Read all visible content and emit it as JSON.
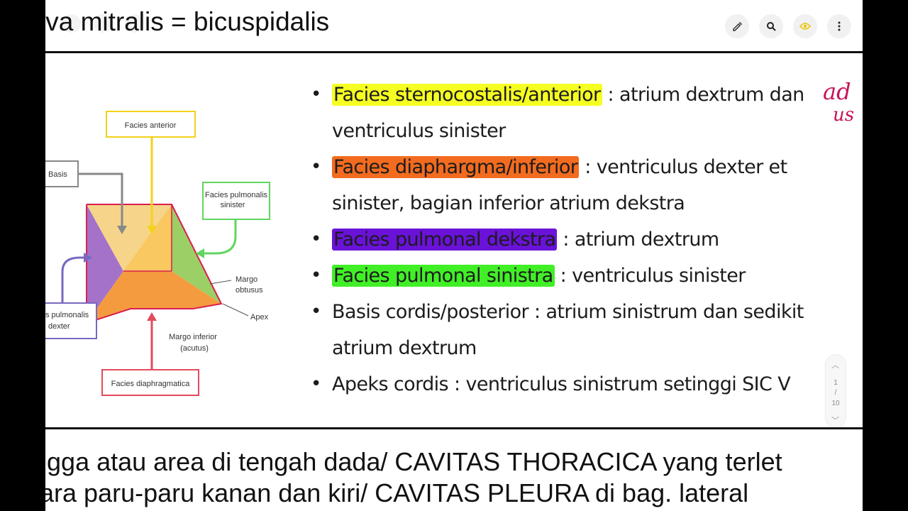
{
  "header": {
    "title": "lva mitralis = bicuspidalis"
  },
  "toolbar": {
    "buttons": [
      {
        "icon": "pen-edit-icon"
      },
      {
        "icon": "search-icon"
      },
      {
        "icon": "eye-icon",
        "color": "#e9c400"
      },
      {
        "icon": "more-vertical-icon"
      }
    ]
  },
  "slide": {
    "bullets": [
      {
        "highlight": "Facies sternocostalis/anterior",
        "highlight_color": "#f6ff22",
        "rest": " : atrium dextrum dan ventriculus sinister"
      },
      {
        "highlight": "Facies diaphargma/inferior",
        "highlight_color": "#f26b1f",
        "rest": " : ventriculus dexter et sinister, bagian inferior atrium dekstra"
      },
      {
        "highlight": "Facies pulmonal dekstra",
        "highlight_color": "#6a12d8",
        "rest": " : atrium dextrum"
      },
      {
        "highlight": "Facies pulmonal sinistra",
        "highlight_color": "#41ef27",
        "rest": " : ventriculus sinister"
      },
      {
        "highlight": "",
        "rest": "Basis cordis/posterior : atrium sinistrum dan sedikit atrium dextrum"
      },
      {
        "highlight": "",
        "rest": "Apeks cordis : ventriculus sinistrum setinggi SIC V"
      }
    ],
    "diagram": {
      "labels": {
        "facies_anterior": "Facies anterior",
        "basis": "Basis",
        "facies_pulmonalis_sinister_1": "Facies pulmonalis",
        "facies_pulmonalis_sinister_2": "sinister",
        "margo_obtusus_1": "Margo",
        "margo_obtusus_2": "obtusus",
        "apex": "Apex",
        "facies_pulmonalis_dexter_1": "s pulmonalis",
        "facies_pulmonalis_dexter_2": "dexter",
        "margo_inferior_1": "Margo inferior",
        "margo_inferior_2": "(acutus)",
        "facies_diaphragmatica": "Facies diaphragmatica"
      }
    },
    "handwriting": {
      "line1": "ad",
      "line2": "us",
      "color": "#c8145a"
    },
    "pager": {
      "current": "1",
      "sep": "/",
      "total": "10"
    }
  },
  "caption": {
    "line1": "ngga atau area di tengah dada/ CAVITAS THORACICA  yang terlet",
    "line2": "tara paru-paru kanan dan kiri/ CAVITAS PLEURA di bag. lateral"
  }
}
